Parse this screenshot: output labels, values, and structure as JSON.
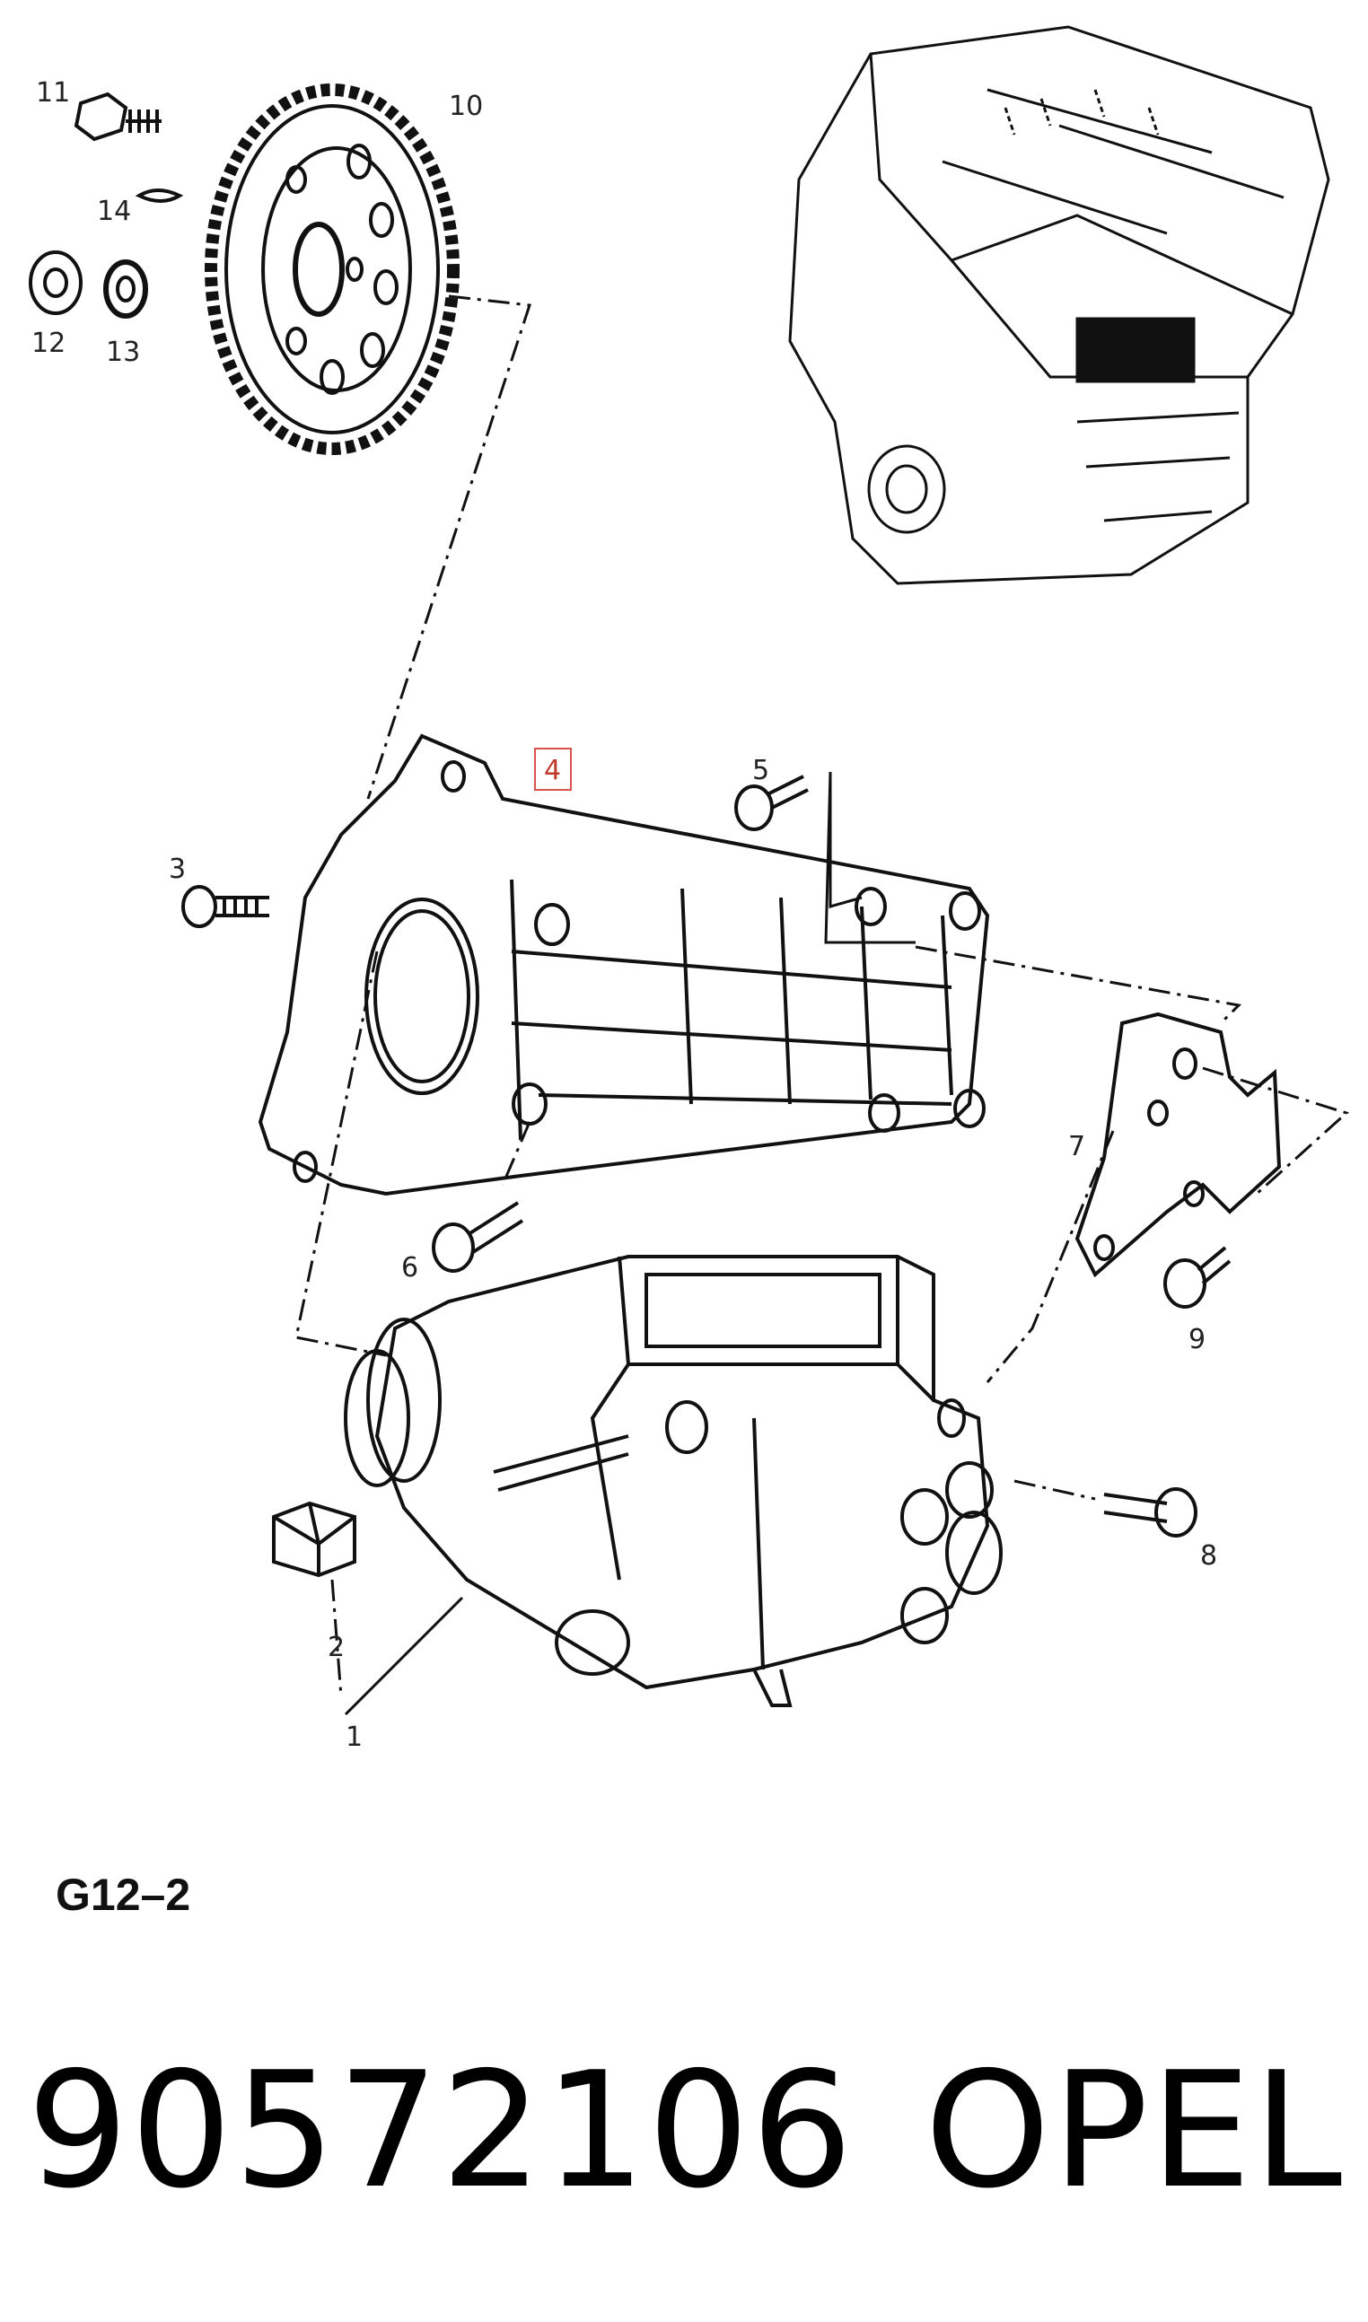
{
  "diagram": {
    "callouts": [
      {
        "id": "1",
        "label": "1"
      },
      {
        "id": "2",
        "label": "2"
      },
      {
        "id": "3",
        "label": "3"
      },
      {
        "id": "4",
        "label": "4",
        "highlighted": true
      },
      {
        "id": "5",
        "label": "5"
      },
      {
        "id": "6",
        "label": "6"
      },
      {
        "id": "7",
        "label": "7"
      },
      {
        "id": "8",
        "label": "8"
      },
      {
        "id": "9",
        "label": "9"
      },
      {
        "id": "10",
        "label": "10"
      },
      {
        "id": "11",
        "label": "11"
      },
      {
        "id": "12",
        "label": "12"
      },
      {
        "id": "13",
        "label": "13"
      },
      {
        "id": "14",
        "label": "14"
      }
    ],
    "highlight_color": "#d9534f"
  },
  "footer": {
    "sheet_code": "G12–2",
    "part_number": "90572106",
    "brand": "OPEL"
  }
}
